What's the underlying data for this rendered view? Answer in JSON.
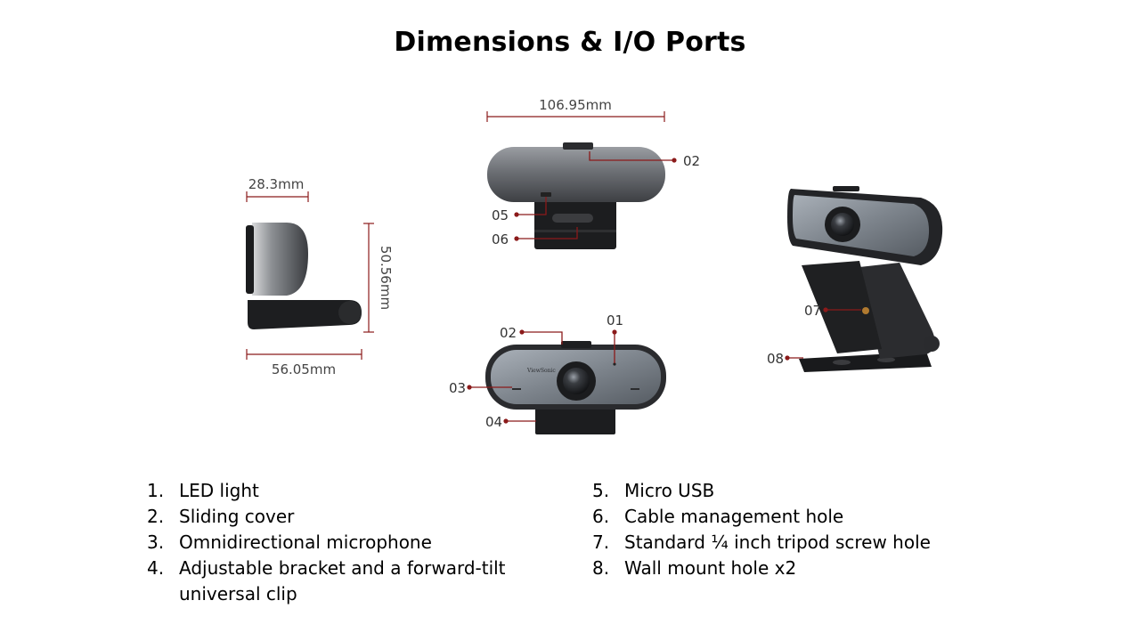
{
  "title": "Dimensions & I/O Ports",
  "dimensions": {
    "width": "106.95mm",
    "depth": "28.3mm",
    "height": "50.56mm",
    "base_depth": "56.05mm"
  },
  "callouts": {
    "c01": "01",
    "c02_top": "02",
    "c02_front": "02",
    "c03": "03",
    "c04": "04",
    "c05": "05",
    "c06": "06",
    "c07": "07",
    "c08": "08"
  },
  "features_left": [
    {
      "num": "1.",
      "text": "LED light"
    },
    {
      "num": "2.",
      "text": "Sliding cover"
    },
    {
      "num": "3.",
      "text": "Omnidirectional microphone"
    },
    {
      "num": "4.",
      "text": "Adjustable bracket and a forward-tilt universal clip"
    }
  ],
  "features_right": [
    {
      "num": "5.",
      "text": "Micro USB"
    },
    {
      "num": "6.",
      "text": "Cable management hole"
    },
    {
      "num": "7.",
      "text": "Standard ¼ inch tripod screw hole"
    },
    {
      "num": "8.",
      "text": "Wall mount hole x2"
    }
  ],
  "brand_mark": "ViewSonic",
  "colors": {
    "callout": "#8b1a1a",
    "dimension_line": "#8b1a1a",
    "body": "#5a5d62",
    "bezel": "#2a2b2e"
  }
}
